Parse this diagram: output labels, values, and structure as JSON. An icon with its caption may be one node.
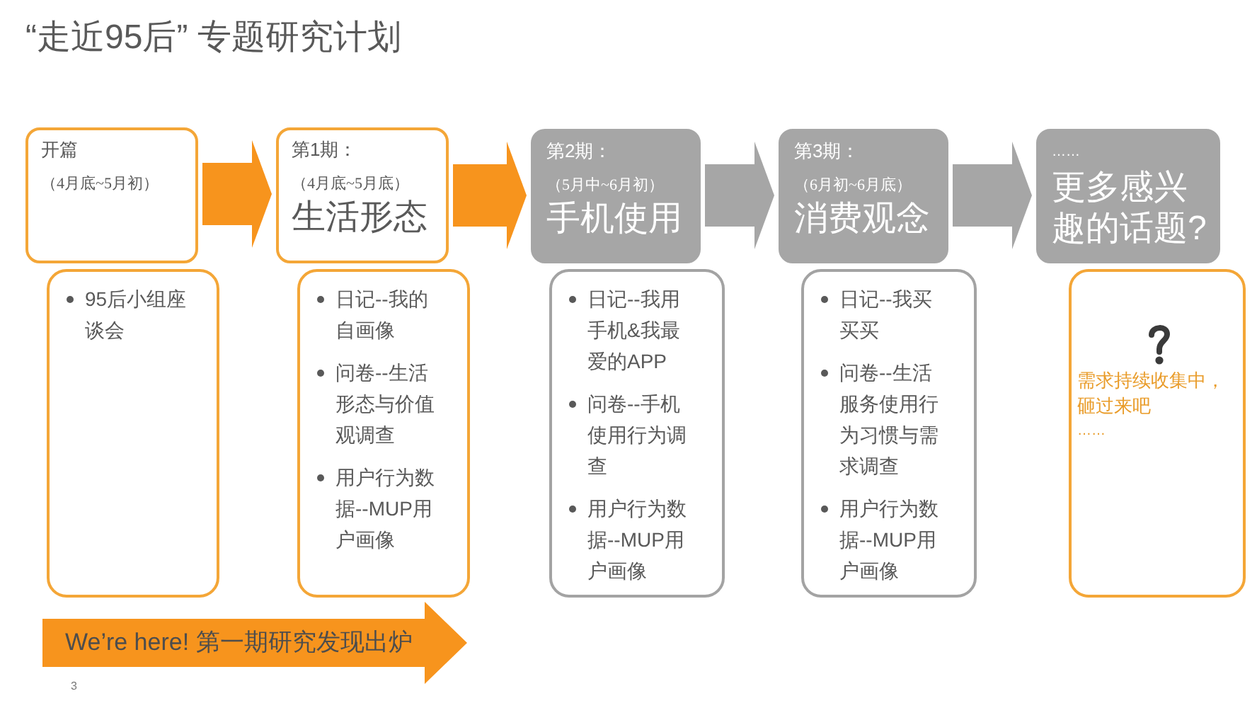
{
  "diagram": {
    "title": "“走近95后” 专题研究计划",
    "nodes": [
      {
        "text": [
          "开篇",
          "（4月底~5月初）"
        ]
      },
      {
        "text": [
          "95后小组座谈会"
        ]
      },
      {
        "text": [
          "第1期：",
          "（4月底~5月底）",
          "生活形态"
        ]
      },
      {
        "text": [
          "日记--我的自画像",
          "问卷--生活形态与价值观调查",
          "用户行为数据--MUP用户画像"
        ]
      },
      {
        "text": [
          "第2期：",
          "（5月中~6月初）",
          "手机使用"
        ]
      },
      {
        "text": [
          "日记--我用手机&我最爱的APP",
          "问卷--手机使用行为调查",
          "用户行为数据--MUP用户画像"
        ]
      },
      {
        "text": [
          "第3期：",
          "（6月初~6月底）",
          "消费观念"
        ]
      },
      {
        "text": [
          "日记--我买买买",
          "问卷--生活服务使用行为习惯与需求调查",
          "用户行为数据--MUP用户画像"
        ]
      },
      {
        "text": [
          "……",
          "更多感兴趣的话题?"
        ]
      },
      {
        "text": [
          "需求持续收集中，砸过来吧",
          "……"
        ]
      },
      {
        "text": [
          "We’re here! 第一期研究发现出炉"
        ]
      }
    ],
    "edges": [
      {
        "from": 0,
        "to": 2,
        "arrow": "to",
        "color": "#f7941d"
      },
      {
        "from": 2,
        "to": 4,
        "arrow": "to",
        "color": "#f7941d"
      },
      {
        "from": 4,
        "to": 6,
        "arrow": "to",
        "color": "#a6a6a6"
      },
      {
        "from": 6,
        "to": 8,
        "arrow": "to",
        "color": "#a6a6a6"
      }
    ],
    "labels": [
      "3"
    ]
  }
}
